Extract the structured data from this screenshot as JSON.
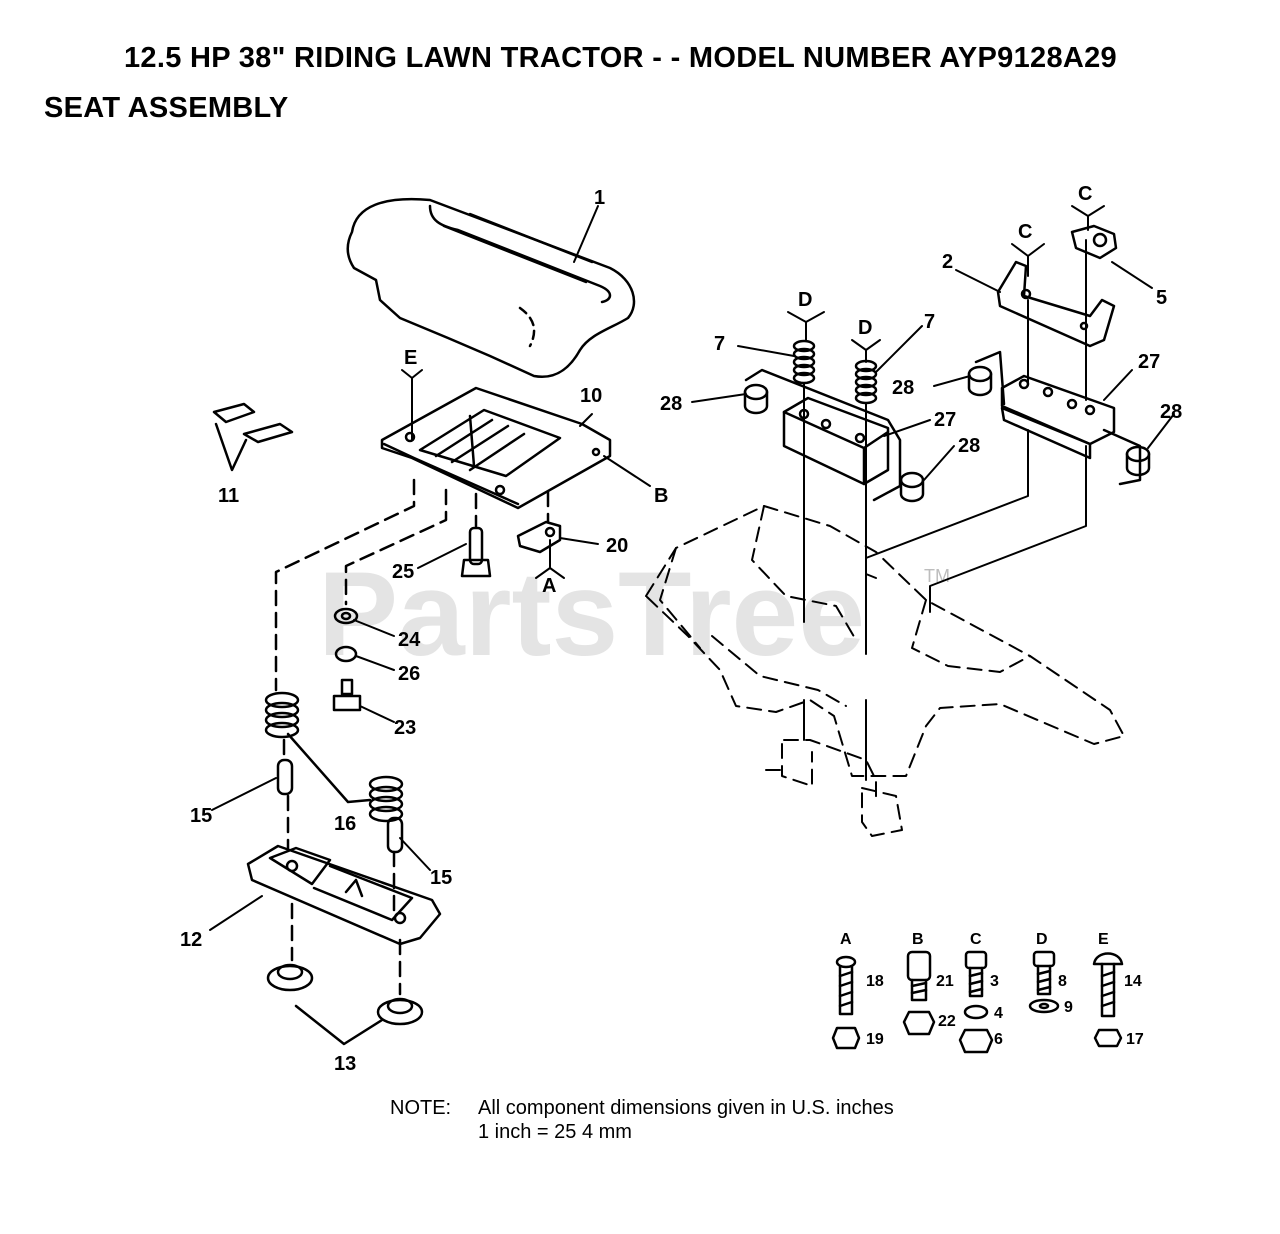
{
  "header": {
    "title": "12.5 HP 38\" RIDING LAWN TRACTOR - - MODEL NUMBER AYP9128A29",
    "subtitle": "SEAT ASSEMBLY"
  },
  "watermark": {
    "text": "PartsTree",
    "tm": "TM"
  },
  "callouts": {
    "c1": "1",
    "c2": "2",
    "c5": "5",
    "c7a": "7",
    "c7b": "7",
    "c10": "10",
    "c11": "11",
    "c12": "12",
    "c13": "13",
    "c15a": "15",
    "c15b": "15",
    "c16": "16",
    "c20": "20",
    "c23": "23",
    "c24": "24",
    "c25": "25",
    "c26": "26",
    "c27a": "27",
    "c27b": "27",
    "c28a": "28",
    "c28b": "28",
    "c28c": "28",
    "c28d": "28"
  },
  "refs": {
    "A": "A",
    "B": "B",
    "Ca": "C",
    "Cb": "C",
    "Da": "D",
    "Db": "D",
    "E": "E"
  },
  "hardware": {
    "A": {
      "letter": "A",
      "parts": [
        "18",
        "19"
      ]
    },
    "B": {
      "letter": "B",
      "parts": [
        "21",
        "22"
      ]
    },
    "C": {
      "letter": "C",
      "parts": [
        "3",
        "4",
        "6"
      ]
    },
    "D": {
      "letter": "D",
      "parts": [
        "8",
        "9"
      ]
    },
    "E": {
      "letter": "E",
      "parts": [
        "14",
        "17"
      ]
    }
  },
  "note": {
    "label": "NOTE:",
    "line1": "All component dimensions given in U.S. inches",
    "line2": "1 inch = 25 4 mm"
  }
}
